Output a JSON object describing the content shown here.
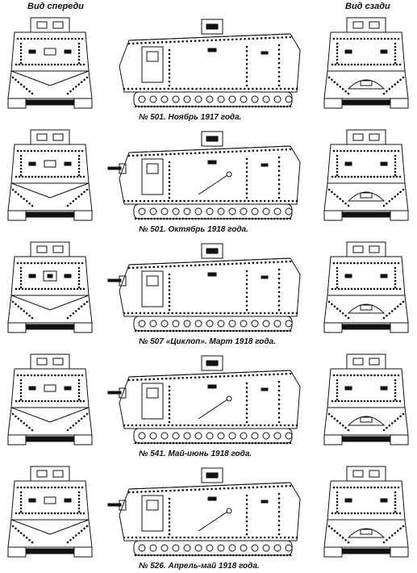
{
  "header": {
    "front_label": "Вид спереди",
    "rear_label": "Вид сзади"
  },
  "variants": [
    {
      "caption": "№ 501. Ноябрь 1917 года."
    },
    {
      "caption": "№ 501. Октябрь 1918 года."
    },
    {
      "caption": "№ 507 «Циклоп». Март 1918 года."
    },
    {
      "caption": "№ 541. Май-июнь 1918 года."
    },
    {
      "caption": "№ 526. Апрель-май 1918 года."
    }
  ]
}
